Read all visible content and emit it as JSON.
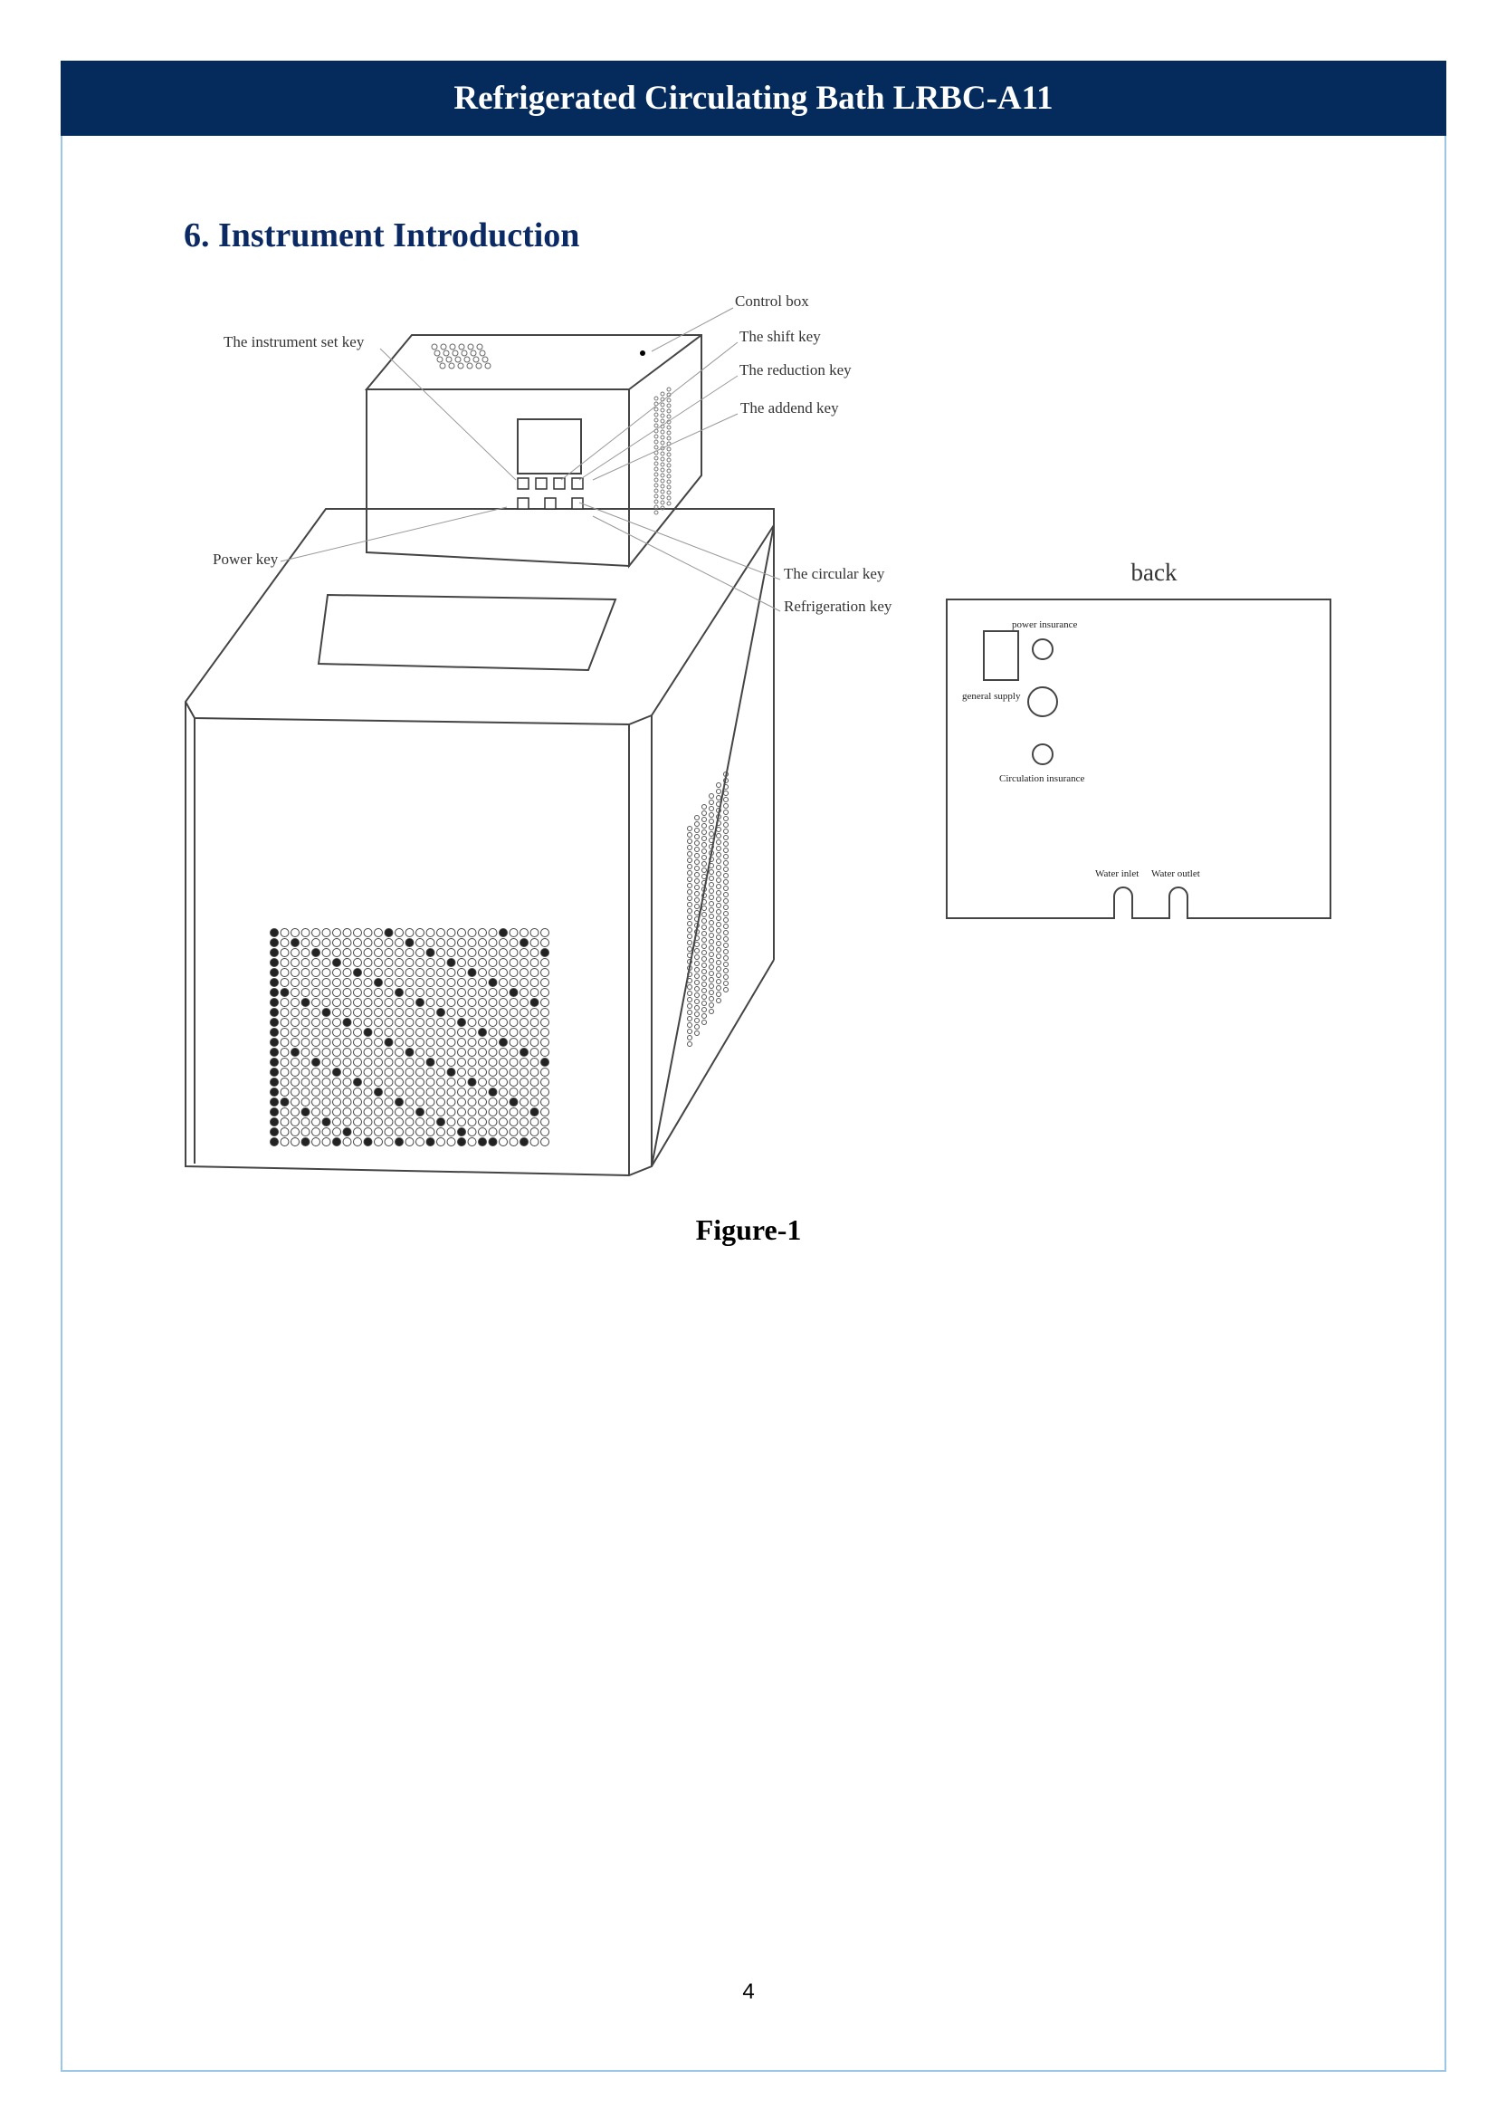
{
  "header": {
    "title": "Refrigerated Circulating Bath LRBC-A11"
  },
  "section": {
    "heading": "6.  Instrument Introduction"
  },
  "figure": {
    "front_labels": {
      "control_box": "Control box",
      "instrument_set_key": "The instrument set key",
      "shift_key": "The shift key",
      "reduction_key": "The reduction key",
      "addend_key": "The addend key",
      "power_key": "Power key",
      "circular_key": "The circular key",
      "refrigeration_key": "Refrigeration key"
    },
    "back": {
      "title": "back",
      "power_insurance": "power insurance",
      "general_supply": "general supply",
      "circulation_insurance": "Circulation  insurance",
      "water_inlet": "Water inlet",
      "water_outlet": "Water outlet"
    },
    "caption": "Figure-1"
  },
  "footer": {
    "page_number": "4"
  }
}
